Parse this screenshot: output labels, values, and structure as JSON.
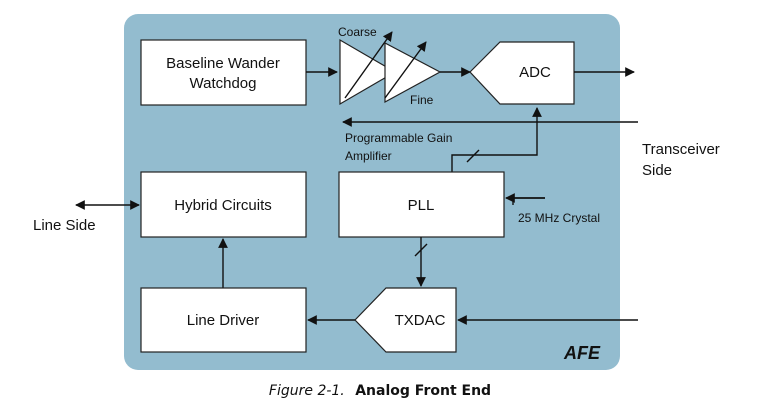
{
  "diagram": {
    "container_label": "AFE",
    "caption_prefix": "Figure 2-1.",
    "caption_title": "Analog Front End",
    "colors": {
      "container_fill": "#93bccf",
      "block_fill": "#ffffff",
      "line": "#111111"
    },
    "blocks": {
      "baseline_wander": [
        "Baseline Wander",
        "Watchdog"
      ],
      "adc": "ADC",
      "hybrid": "Hybrid Circuits",
      "pll": "PLL",
      "line_driver": "Line Driver",
      "txdac": "TXDAC"
    },
    "amplifier": {
      "coarse": "Coarse",
      "fine": "Fine",
      "label": [
        "Programmable Gain",
        "Amplifier"
      ]
    },
    "external": {
      "transceiver_side": [
        "Transceiver",
        "Side"
      ],
      "line_side": "Line Side",
      "crystal": "25 MHz Crystal"
    }
  }
}
